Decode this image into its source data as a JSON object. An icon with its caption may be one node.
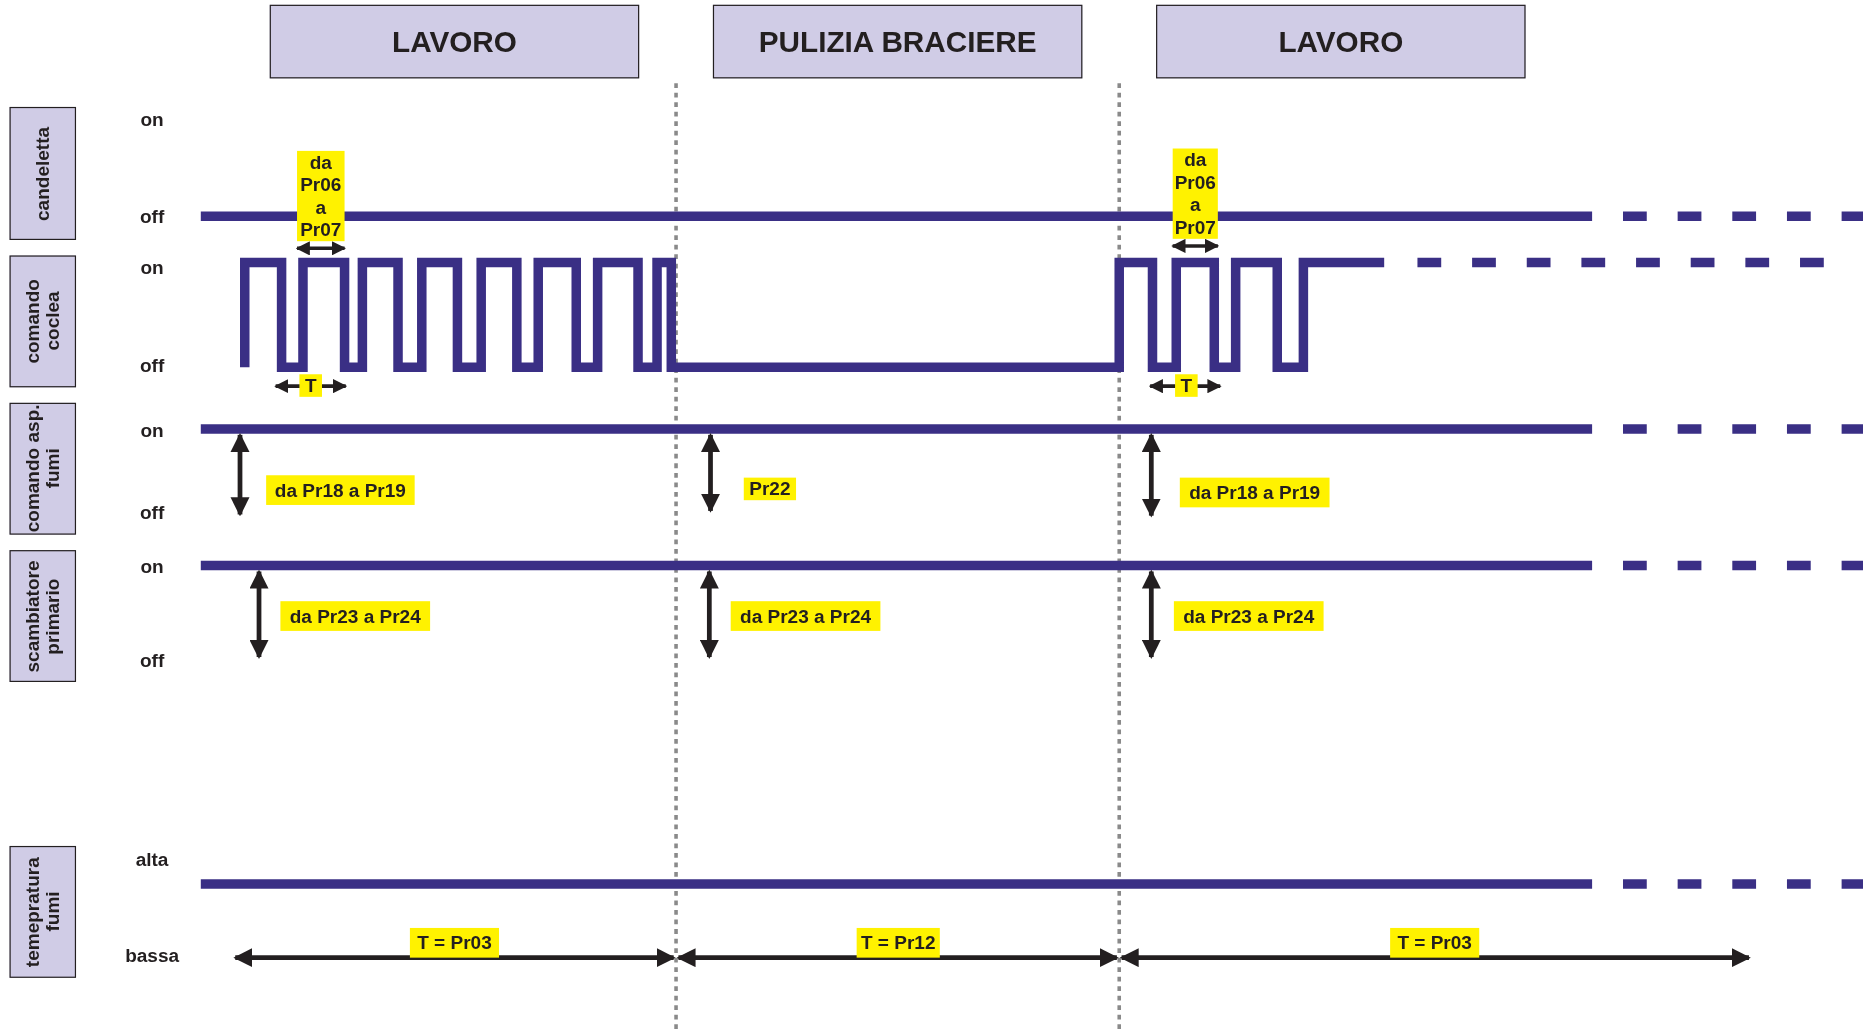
{
  "diagram": {
    "nodes": [
      {
        "text": [
          "LAVORO"
        ]
      },
      {
        "text": [
          "PULIZIA BRACIERE"
        ]
      },
      {
        "text": [
          "LAVORO"
        ]
      },
      {
        "text": [
          "candeletta"
        ]
      },
      {
        "text": [
          "comando coclea"
        ]
      },
      {
        "text": [
          "comando asp. fumi"
        ]
      },
      {
        "text": [
          "scambiatore primario"
        ]
      },
      {
        "text": [
          "temepratura fumi"
        ]
      }
    ],
    "edges": [],
    "labels": [
      "on",
      "da Pr06 a Pr07",
      "da Pr06 a Pr07",
      "off",
      "on",
      "off",
      "T",
      "T",
      "on",
      "da Pr18 a Pr19",
      "Pr22",
      "da Pr18 a Pr19",
      "off",
      "on",
      "da Pr23 a Pr24",
      "da Pr23 a Pr24",
      "da Pr23 a Pr24",
      "off",
      "alta",
      "T = Pr03",
      "T = Pr12",
      "T = Pr03",
      "bassa"
    ]
  }
}
